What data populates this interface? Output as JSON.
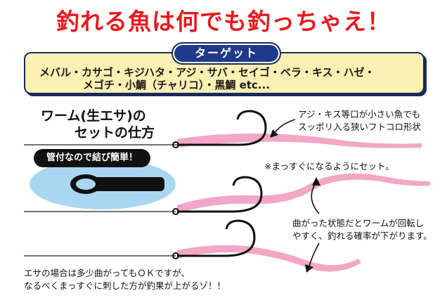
{
  "headline": "釣れる魚は何でも釣っちゃえ！",
  "target": {
    "label": "ターゲット",
    "line1": "メバル・カサゴ・キジハタ・アジ・サバ・セイゴ・ベラ・キス・ハゼ・",
    "line2": "メゴチ・小鯛（チャリコ）・黒鯛 etc..."
  },
  "section": {
    "title_line1": "ワーム(生エサ)の",
    "title_line2": "セットの仕方"
  },
  "callout": "管付なので結び簡単！",
  "notes": {
    "top_line1": "アジ・キス等口が小さい魚でも",
    "top_line2": "スッポリ入る狭いフトコロ形状",
    "straight": "※まっすぐになるようにセット。",
    "bent_line1": "曲がった状態だとワームが回転し",
    "bent_line2": "やすく、釣れる確率が下がります。",
    "bottom_line1": "エサの場合は多少曲がってもＯＫですが、",
    "bottom_line2": "なるべくまっすぐに刺した方が釣果が上がるゾ！！"
  },
  "colors": {
    "headline": "#e8191f",
    "pill": "#1f3a8a",
    "box": "#fdf0b3",
    "worm": "#f2a7c6",
    "lens": "#a9d7f2"
  }
}
